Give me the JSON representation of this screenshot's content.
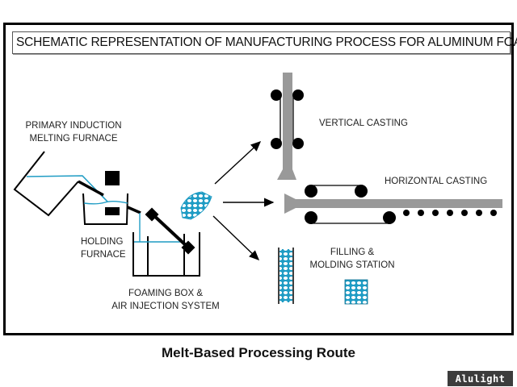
{
  "title": "SCHEMATIC REPRESENTATION OF MANUFACTURING PROCESS FOR ALUMINUM FOAM",
  "labels": {
    "primary_furnace": [
      "PRIMARY INDUCTION",
      "MELTING FURNACE"
    ],
    "holding_furnace": [
      "HOLDING",
      "FURNACE"
    ],
    "foaming_box": [
      "FOAMING BOX &",
      "AIR INJECTION SYSTEM"
    ],
    "vertical_casting": "VERTICAL CASTING",
    "horizontal_casting": "HORIZONTAL CASTING",
    "filling_station": [
      "FILLING &",
      "MOLDING STATION"
    ]
  },
  "caption": "Melt-Based Processing Route",
  "watermark": "Alulight",
  "colors": {
    "melt": "#1f9cc4",
    "ingot": "#999999",
    "equipment": "#000000"
  }
}
